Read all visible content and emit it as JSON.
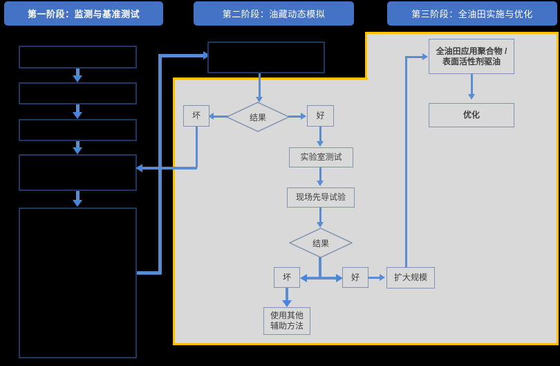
{
  "stages": [
    {
      "id": "stage-1",
      "title": "第一阶段：监测与基准测试"
    },
    {
      "id": "stage-2",
      "title": "第二阶段：油藏动态模拟"
    },
    {
      "id": "stage-3",
      "title": "第三阶段：全油田实施与优化"
    }
  ],
  "stage1": {
    "boxes": [
      {
        "label": ""
      },
      {
        "label": ""
      },
      {
        "label": ""
      },
      {
        "label": ""
      },
      {
        "label": ""
      }
    ]
  },
  "stage2": {
    "intro_box": {
      "label": ""
    },
    "decision_1": {
      "label": "结果"
    },
    "decision_1_bad": {
      "label": "坏"
    },
    "decision_1_good": {
      "label": "好"
    },
    "lab_test": {
      "label": "实验室测试"
    },
    "field_pilot": {
      "label": "现场先导试验"
    },
    "decision_2": {
      "label": "结果"
    },
    "decision_2_bad": {
      "label": "坏"
    },
    "decision_2_good": {
      "label": "好"
    },
    "other_methods": {
      "label": "使用其他辅助方法",
      "line1": "使用其他",
      "line2": "辅助方法"
    },
    "scale_up": {
      "label": "扩大规模"
    }
  },
  "stage3": {
    "field_application": {
      "label": "全油田应用聚合物 / 表面活性剂驱油",
      "line1": "全油田应用聚合物 /",
      "line2": "表面活性剂驱油"
    },
    "optimization": {
      "label": "优化"
    }
  },
  "colors": {
    "background": "#000000",
    "header_blue": "#4472C4",
    "panel_gray": "#D9D9D9",
    "panel_border_yellow": "#FFC000",
    "navy_border": "#1F3864",
    "connector_blue": "#5B8BD0",
    "arrow_blue": "#4A86D8",
    "box_border_gray": "#7F92B0",
    "text_dark": "#404040",
    "header_text": "#FFFFFF"
  }
}
